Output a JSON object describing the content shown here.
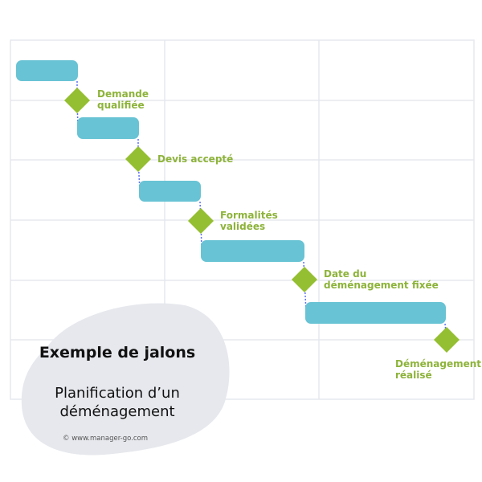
{
  "title": "Exemple de jalons",
  "subtitle": "Planification d’un déménagement",
  "copyright": "© www.manager-go.com",
  "colors": {
    "bar": "#68c3d4",
    "milestone": "#95bf32",
    "label": "#8db33a",
    "grid": "#e6e8ee",
    "link": "#5b6ff5",
    "blob": "#e6e8ed"
  },
  "milestones": [
    {
      "label": "Demande qualifiée"
    },
    {
      "label": "Devis accepté"
    },
    {
      "label": "Formalités validées"
    },
    {
      "label": "Date du déménagement fixée"
    },
    {
      "label": "Déménagement réalisé"
    }
  ]
}
